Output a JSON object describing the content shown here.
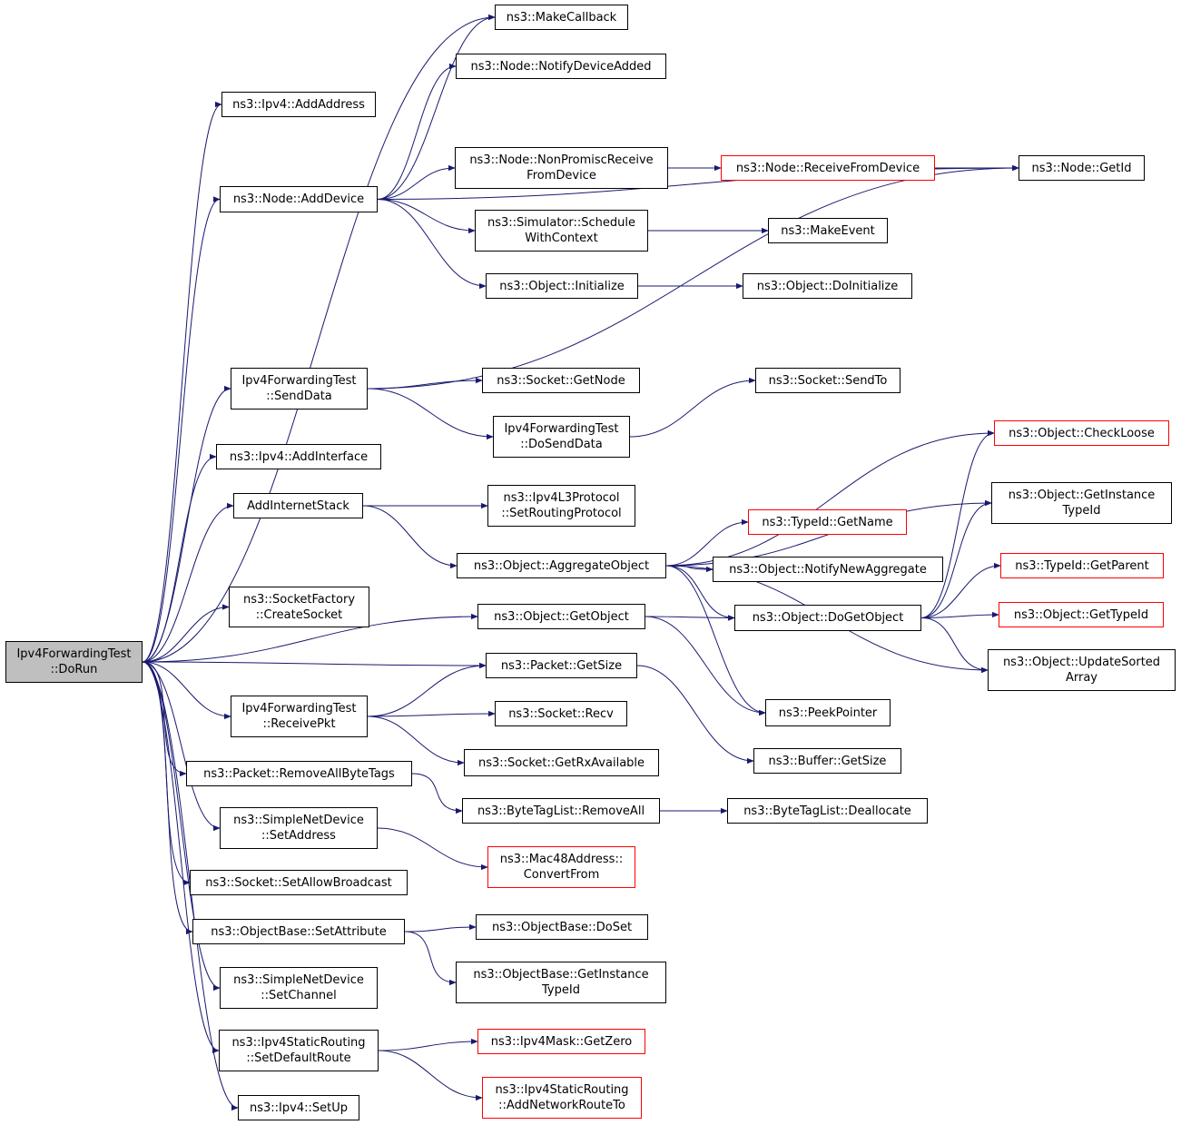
{
  "colors": {
    "edge": "#191970",
    "node_border": "#000000",
    "node_border_incomplete": "#ff0000",
    "root_fill": "#bfbfbf"
  },
  "nodes": [
    {
      "id": "root",
      "lines": [
        "Ipv4ForwardingTest",
        "::DoRun"
      ],
      "style": "root"
    },
    {
      "id": "ipv4-addaddress",
      "lines": [
        "ns3::Ipv4::AddAddress"
      ],
      "style": "normal"
    },
    {
      "id": "node-adddevice",
      "lines": [
        "ns3::Node::AddDevice"
      ],
      "style": "normal"
    },
    {
      "id": "sendData",
      "lines": [
        "Ipv4ForwardingTest",
        "::SendData"
      ],
      "style": "normal"
    },
    {
      "id": "ipv4-addinterface",
      "lines": [
        "ns3::Ipv4::AddInterface"
      ],
      "style": "normal"
    },
    {
      "id": "addinternetstack",
      "lines": [
        "AddInternetStack"
      ],
      "style": "normal"
    },
    {
      "id": "socketfactory-createsocket",
      "lines": [
        "ns3::SocketFactory",
        "::CreateSocket"
      ],
      "style": "normal"
    },
    {
      "id": "receivepkt",
      "lines": [
        "Ipv4ForwardingTest",
        "::ReceivePkt"
      ],
      "style": "normal"
    },
    {
      "id": "packet-removeallbytetags",
      "lines": [
        "ns3::Packet::RemoveAllByteTags"
      ],
      "style": "normal"
    },
    {
      "id": "simplenetdevice-setaddress",
      "lines": [
        "ns3::SimpleNetDevice",
        "::SetAddress"
      ],
      "style": "normal"
    },
    {
      "id": "socket-setallowbroadcast",
      "lines": [
        "ns3::Socket::SetAllowBroadcast"
      ],
      "style": "normal"
    },
    {
      "id": "objectbase-setattribute",
      "lines": [
        "ns3::ObjectBase::SetAttribute"
      ],
      "style": "normal"
    },
    {
      "id": "simplenetdevice-setchannel",
      "lines": [
        "ns3::SimpleNetDevice",
        "::SetChannel"
      ],
      "style": "normal"
    },
    {
      "id": "ipv4staticrouting-setdefaultroute",
      "lines": [
        "ns3::Ipv4StaticRouting",
        "::SetDefaultRoute"
      ],
      "style": "normal"
    },
    {
      "id": "ipv4-setup",
      "lines": [
        "ns3::Ipv4::SetUp"
      ],
      "style": "normal"
    },
    {
      "id": "makecallback",
      "lines": [
        "ns3::MakeCallback"
      ],
      "style": "normal"
    },
    {
      "id": "node-notifydeviceadded",
      "lines": [
        "ns3::Node::NotifyDeviceAdded"
      ],
      "style": "normal"
    },
    {
      "id": "node-nonpromiscreceive",
      "lines": [
        "ns3::Node::NonPromiscReceive",
        "FromDevice"
      ],
      "style": "normal"
    },
    {
      "id": "simulator-schedulewithcontext",
      "lines": [
        "ns3::Simulator::Schedule",
        "WithContext"
      ],
      "style": "normal"
    },
    {
      "id": "object-initialize",
      "lines": [
        "ns3::Object::Initialize"
      ],
      "style": "normal"
    },
    {
      "id": "socket-getnode",
      "lines": [
        "ns3::Socket::GetNode"
      ],
      "style": "normal"
    },
    {
      "id": "dosenddata",
      "lines": [
        "Ipv4ForwardingTest",
        "::DoSendData"
      ],
      "style": "normal"
    },
    {
      "id": "ipv4l3protocol-setroutingprotocol",
      "lines": [
        "ns3::Ipv4L3Protocol",
        "::SetRoutingProtocol"
      ],
      "style": "normal"
    },
    {
      "id": "object-aggregateobject",
      "lines": [
        "ns3::Object::AggregateObject"
      ],
      "style": "normal"
    },
    {
      "id": "object-getobject",
      "lines": [
        "ns3::Object::GetObject"
      ],
      "style": "normal"
    },
    {
      "id": "packet-getsize",
      "lines": [
        "ns3::Packet::GetSize"
      ],
      "style": "normal"
    },
    {
      "id": "socket-recv",
      "lines": [
        "ns3::Socket::Recv"
      ],
      "style": "normal"
    },
    {
      "id": "socket-getrxavailable",
      "lines": [
        "ns3::Socket::GetRxAvailable"
      ],
      "style": "normal"
    },
    {
      "id": "bytetaglist-removeall",
      "lines": [
        "ns3::ByteTagList::RemoveAll"
      ],
      "style": "normal"
    },
    {
      "id": "mac48address-convertfrom",
      "lines": [
        "ns3::Mac48Address::",
        "ConvertFrom"
      ],
      "style": "red"
    },
    {
      "id": "objectbase-doset",
      "lines": [
        "ns3::ObjectBase::DoSet"
      ],
      "style": "normal"
    },
    {
      "id": "objectbase-getinstancetypeid",
      "lines": [
        "ns3::ObjectBase::GetInstance",
        "TypeId"
      ],
      "style": "normal"
    },
    {
      "id": "ipv4mask-getzero",
      "lines": [
        "ns3::Ipv4Mask::GetZero"
      ],
      "style": "red"
    },
    {
      "id": "ipv4staticrouting-addnetworkrouteto",
      "lines": [
        "ns3::Ipv4StaticRouting",
        "::AddNetworkRouteTo"
      ],
      "style": "red"
    },
    {
      "id": "node-receivefromdevice",
      "lines": [
        "ns3::Node::ReceiveFromDevice"
      ],
      "style": "red"
    },
    {
      "id": "makeevent",
      "lines": [
        "ns3::MakeEvent"
      ],
      "style": "normal"
    },
    {
      "id": "object-doinitialize",
      "lines": [
        "ns3::Object::DoInitialize"
      ],
      "style": "normal"
    },
    {
      "id": "socket-sendto",
      "lines": [
        "ns3::Socket::SendTo"
      ],
      "style": "normal"
    },
    {
      "id": "typeid-getname",
      "lines": [
        "ns3::TypeId::GetName"
      ],
      "style": "red"
    },
    {
      "id": "object-notifynewaggregate",
      "lines": [
        "ns3::Object::NotifyNewAggregate"
      ],
      "style": "normal"
    },
    {
      "id": "object-dogetobject",
      "lines": [
        "ns3::Object::DoGetObject"
      ],
      "style": "normal"
    },
    {
      "id": "peekpointer",
      "lines": [
        "ns3::PeekPointer"
      ],
      "style": "normal"
    },
    {
      "id": "buffer-getsize",
      "lines": [
        "ns3::Buffer::GetSize"
      ],
      "style": "normal"
    },
    {
      "id": "bytetaglist-deallocate",
      "lines": [
        "ns3::ByteTagList::Deallocate"
      ],
      "style": "normal"
    },
    {
      "id": "node-getid",
      "lines": [
        "ns3::Node::GetId"
      ],
      "style": "normal"
    },
    {
      "id": "object-checkloose",
      "lines": [
        "ns3::Object::CheckLoose"
      ],
      "style": "red"
    },
    {
      "id": "object-getinstancetypeid",
      "lines": [
        "ns3::Object::GetInstance",
        "TypeId"
      ],
      "style": "normal"
    },
    {
      "id": "typeid-getparent",
      "lines": [
        "ns3::TypeId::GetParent"
      ],
      "style": "red"
    },
    {
      "id": "object-gettypeid",
      "lines": [
        "ns3::Object::GetTypeId"
      ],
      "style": "red"
    },
    {
      "id": "object-updatesortedarray",
      "lines": [
        "ns3::Object::UpdateSorted",
        "Array"
      ],
      "style": "normal"
    }
  ],
  "edges": [
    [
      "root",
      "ipv4-addaddress"
    ],
    [
      "root",
      "node-adddevice"
    ],
    [
      "root",
      "makecallback"
    ],
    [
      "root",
      "sendData"
    ],
    [
      "root",
      "ipv4-addinterface"
    ],
    [
      "root",
      "addinternetstack"
    ],
    [
      "root",
      "object-getobject"
    ],
    [
      "root",
      "socketfactory-createsocket"
    ],
    [
      "root",
      "packet-getsize"
    ],
    [
      "root",
      "receivepkt"
    ],
    [
      "root",
      "packet-removeallbytetags"
    ],
    [
      "root",
      "simplenetdevice-setaddress"
    ],
    [
      "root",
      "socket-setallowbroadcast"
    ],
    [
      "root",
      "objectbase-setattribute"
    ],
    [
      "root",
      "simplenetdevice-setchannel"
    ],
    [
      "root",
      "ipv4staticrouting-setdefaultroute"
    ],
    [
      "root",
      "ipv4-setup"
    ],
    [
      "node-adddevice",
      "makecallback"
    ],
    [
      "node-adddevice",
      "node-notifydeviceadded"
    ],
    [
      "node-adddevice",
      "node-getid"
    ],
    [
      "node-adddevice",
      "node-nonpromiscreceive"
    ],
    [
      "node-adddevice",
      "simulator-schedulewithcontext"
    ],
    [
      "node-adddevice",
      "object-initialize"
    ],
    [
      "node-nonpromiscreceive",
      "node-receivefromdevice"
    ],
    [
      "node-receivefromdevice",
      "node-getid"
    ],
    [
      "simulator-schedulewithcontext",
      "makeevent"
    ],
    [
      "object-initialize",
      "object-doinitialize"
    ],
    [
      "sendData",
      "node-getid"
    ],
    [
      "sendData",
      "socket-getnode"
    ],
    [
      "sendData",
      "dosenddata"
    ],
    [
      "dosenddata",
      "socket-sendto"
    ],
    [
      "addinternetstack",
      "ipv4l3protocol-setroutingprotocol"
    ],
    [
      "addinternetstack",
      "object-aggregateobject"
    ],
    [
      "object-aggregateobject",
      "object-checkloose"
    ],
    [
      "object-aggregateobject",
      "object-getinstancetypeid"
    ],
    [
      "object-aggregateobject",
      "typeid-getname"
    ],
    [
      "object-aggregateobject",
      "object-notifynewaggregate"
    ],
    [
      "object-aggregateobject",
      "object-dogetobject"
    ],
    [
      "object-aggregateobject",
      "object-updatesortedarray"
    ],
    [
      "object-aggregateobject",
      "peekpointer"
    ],
    [
      "object-getobject",
      "object-dogetobject"
    ],
    [
      "object-getobject",
      "peekpointer"
    ],
    [
      "object-dogetobject",
      "object-checkloose"
    ],
    [
      "object-dogetobject",
      "object-getinstancetypeid"
    ],
    [
      "object-dogetobject",
      "typeid-getparent"
    ],
    [
      "object-dogetobject",
      "object-gettypeid"
    ],
    [
      "object-dogetobject",
      "object-updatesortedarray"
    ],
    [
      "packet-getsize",
      "buffer-getsize"
    ],
    [
      "receivepkt",
      "packet-getsize"
    ],
    [
      "receivepkt",
      "socket-recv"
    ],
    [
      "receivepkt",
      "socket-getrxavailable"
    ],
    [
      "packet-removeallbytetags",
      "bytetaglist-removeall"
    ],
    [
      "bytetaglist-removeall",
      "bytetaglist-deallocate"
    ],
    [
      "simplenetdevice-setaddress",
      "mac48address-convertfrom"
    ],
    [
      "objectbase-setattribute",
      "objectbase-doset"
    ],
    [
      "objectbase-setattribute",
      "objectbase-getinstancetypeid"
    ],
    [
      "ipv4staticrouting-setdefaultroute",
      "ipv4mask-getzero"
    ],
    [
      "ipv4staticrouting-setdefaultroute",
      "ipv4staticrouting-addnetworkrouteto"
    ]
  ]
}
